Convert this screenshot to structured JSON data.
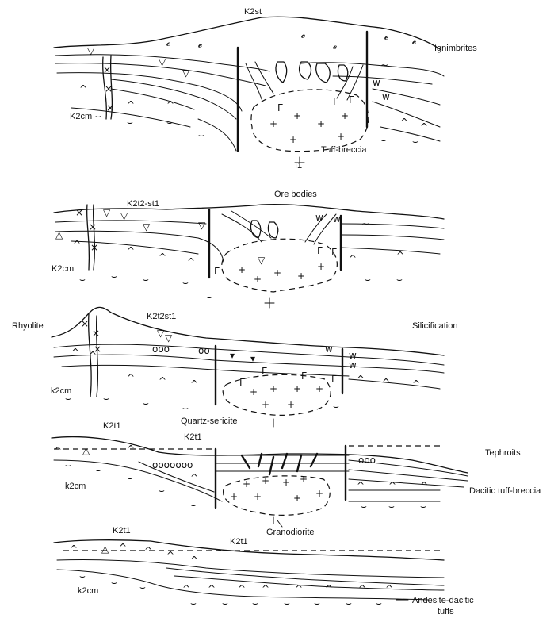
{
  "labels": {
    "k2st_top": "K2st",
    "ignimbrites": "Ignimbrites",
    "k2cm_1": "K2cm",
    "tuff_breccia": "Tuff-breccia",
    "intrusion_1": "I1",
    "k2t2st1_2": "K2t2-st1",
    "ore_bodies": "Ore bodies",
    "k2cm_2": "K2cm",
    "rhyolite": "Rhyolite",
    "k2t2st1_3": "K2t2st1",
    "silicification": "Silicification",
    "k2cm_3": "k2cm",
    "quartz_sericite": "Quartz-sericite",
    "k2t1_4a": "K2t1",
    "k2t1_4b": "K2t1",
    "tephroits": "Tephroits",
    "k2cm_4": "k2cm",
    "dacitic_tuff_breccia": "Dacitic tuff-breccia",
    "granodiorite": "Granodiorite",
    "k2t1_5a": "K2t1",
    "k2t1_5b": "K2t1",
    "k2cm_5": "k2cm",
    "andesite_dacitic": "Andesite-dacitic",
    "tuffs": "tuffs"
  }
}
